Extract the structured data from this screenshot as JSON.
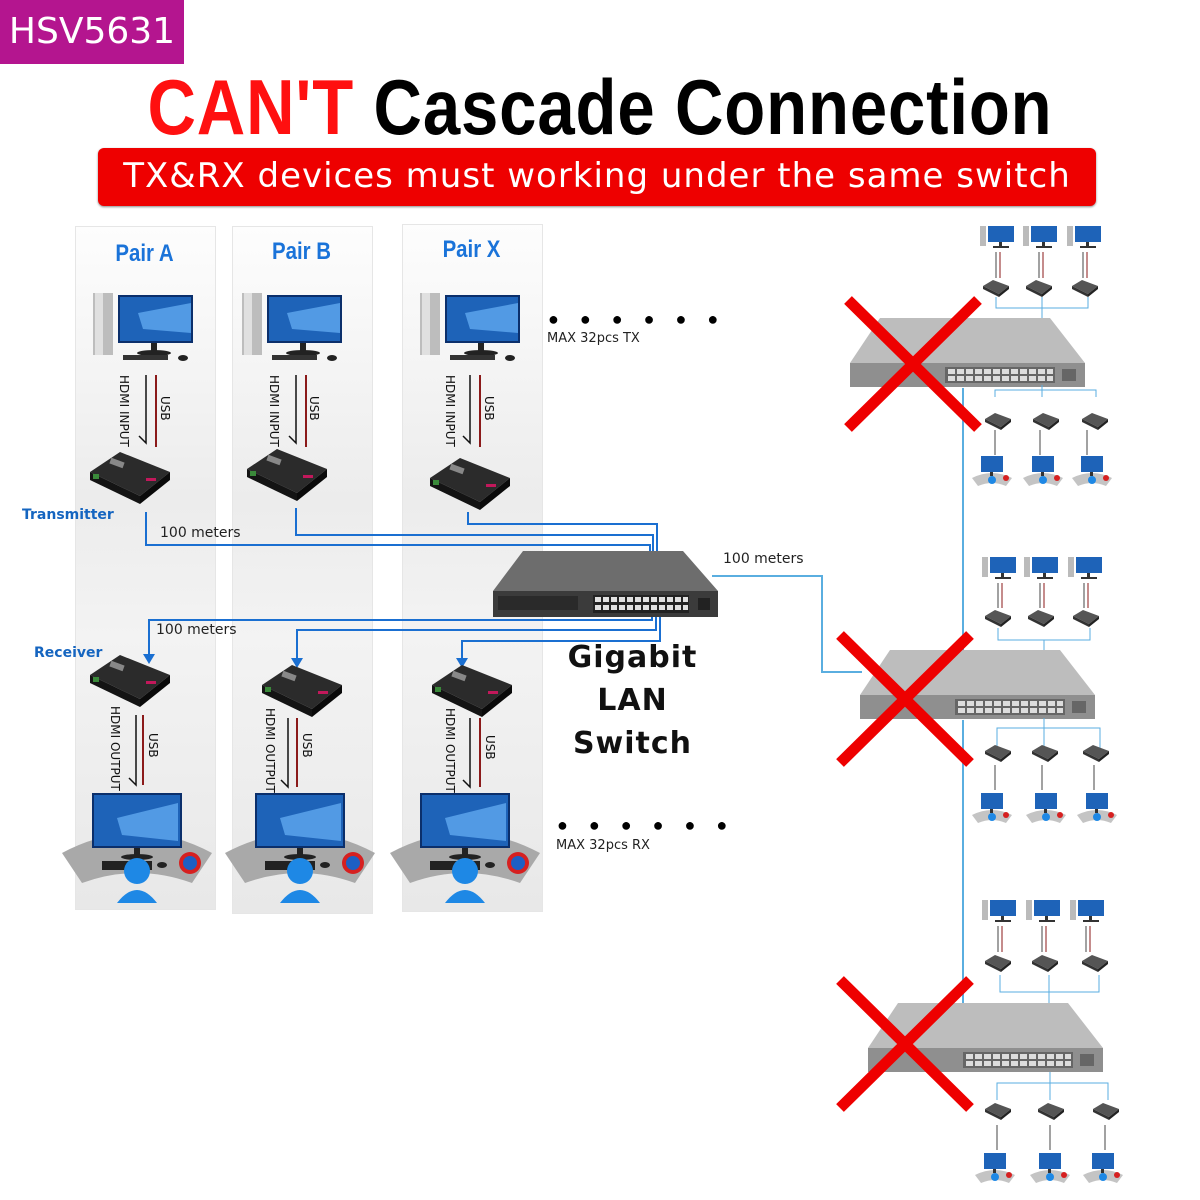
{
  "badge": {
    "model": "HSV5631",
    "color": "#b4158f"
  },
  "title": {
    "part_red": "CAN'T",
    "part_black": "Cascade Connection",
    "red_color": "#ff1010"
  },
  "subtitle": {
    "text": "TX&RX devices must working under the same switch",
    "bg_color": "#ee0000"
  },
  "pairs": [
    {
      "label": "Pair A",
      "tx_cable_labels": [
        "HDMI INPUT",
        "USB"
      ],
      "rx_cable_labels": [
        "HDMI OUTPUT",
        "USB"
      ]
    },
    {
      "label": "Pair B",
      "tx_cable_labels": [
        "HDMI INPUT",
        "USB"
      ],
      "rx_cable_labels": [
        "HDMI OUTPUT",
        "USB"
      ]
    },
    {
      "label": "Pair X",
      "tx_cable_labels": [
        "HDMI INPUT",
        "USB"
      ],
      "rx_cable_labels": [
        "HDMI OUTPUT",
        "USB"
      ]
    }
  ],
  "labels": {
    "transmitter": "Transmitter",
    "receiver": "Receiver",
    "tx_distance": "100 meters",
    "rx_distance": "100 meters",
    "cascade_distance": "100 meters",
    "max_tx": "MAX 32pcs TX",
    "max_rx": "MAX 32pcs RX",
    "dots": "● ● ● ● ● ●"
  },
  "switch": {
    "lines": [
      "Gigabit",
      "LAN",
      "Switch"
    ]
  },
  "cascade": {
    "switch_count": 3,
    "status": "crossed-out",
    "devices_per_side": 3
  },
  "colors": {
    "cable_blue": "#1a6fd1",
    "cascade_blue": "#5aaee0",
    "cross_red": "#ee0000",
    "usb_red": "#9b1c1c"
  }
}
